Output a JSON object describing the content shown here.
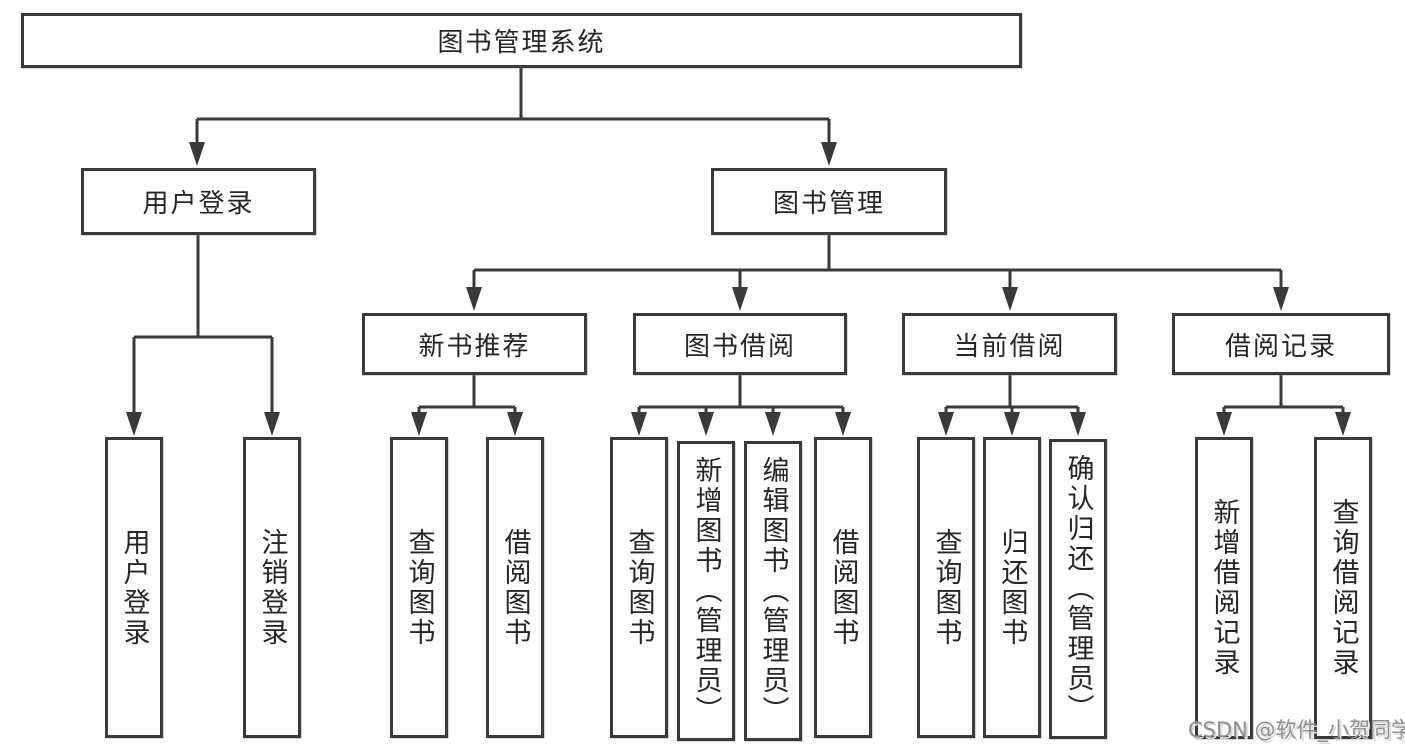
{
  "diagram": {
    "title": "图书管理系统",
    "nodes": {
      "root": "图书管理系统",
      "l2": [
        "用户登录",
        "图书管理"
      ],
      "l3": [
        "新书推荐",
        "图书借阅",
        "当前借阅",
        "借阅记录"
      ],
      "leaves_login": [
        "用户登录",
        "注销登录"
      ],
      "leaves_recommend": [
        "查询图书",
        "借阅图书"
      ],
      "leaves_borrow": [
        "查询图书",
        "新增图书（管理员）",
        "编辑图书（管理员）",
        "借阅图书"
      ],
      "leaves_current": [
        "查询图书",
        "归还图书",
        "确认归还（管理员）"
      ],
      "leaves_records": [
        "新增借阅记录",
        "查询借阅记录"
      ]
    },
    "hierarchy": {
      "图书管理系统": [
        "用户登录",
        "图书管理"
      ],
      "用户登录": [
        "用户登录",
        "注销登录"
      ],
      "图书管理": [
        "新书推荐",
        "图书借阅",
        "当前借阅",
        "借阅记录"
      ],
      "新书推荐": [
        "查询图书",
        "借阅图书"
      ],
      "图书借阅": [
        "查询图书",
        "新增图书（管理员）",
        "编辑图书（管理员）",
        "借阅图书"
      ],
      "当前借阅": [
        "查询图书",
        "归还图书",
        "确认归还（管理员）"
      ],
      "借阅记录": [
        "新增借阅记录",
        "查询借阅记录"
      ]
    },
    "watermark": "CSDN @软件_小贺同学",
    "colors": {
      "line": "#3a3a3a",
      "text": "#262626",
      "watermark": "#8f8f8f",
      "background": "#ffffff"
    }
  }
}
